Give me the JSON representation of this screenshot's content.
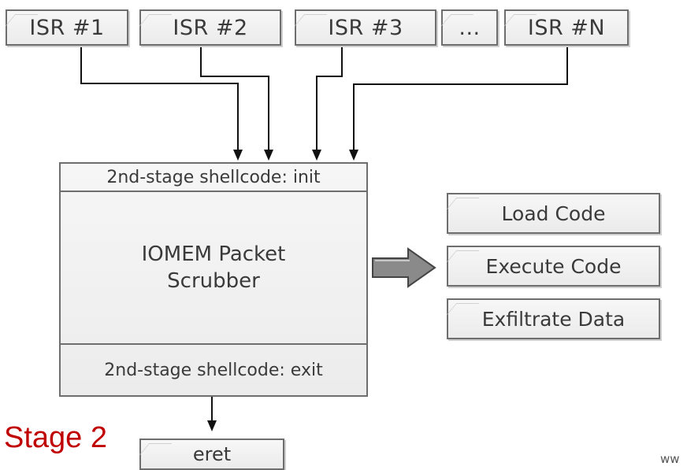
{
  "isr_boxes": [
    "ISR #1",
    "ISR #2",
    "ISR #3",
    "...",
    "ISR #N"
  ],
  "main_block": {
    "init": "2nd-stage shellcode: init",
    "scrubber_line1": "IOMEM Packet",
    "scrubber_line2": "Scrubber",
    "exit": "2nd-stage shellcode: exit"
  },
  "actions": [
    "Load Code",
    "Execute Code",
    "Exfiltrate Data"
  ],
  "eret": "eret",
  "stage_label": "Stage 2",
  "footer_text": "ww"
}
